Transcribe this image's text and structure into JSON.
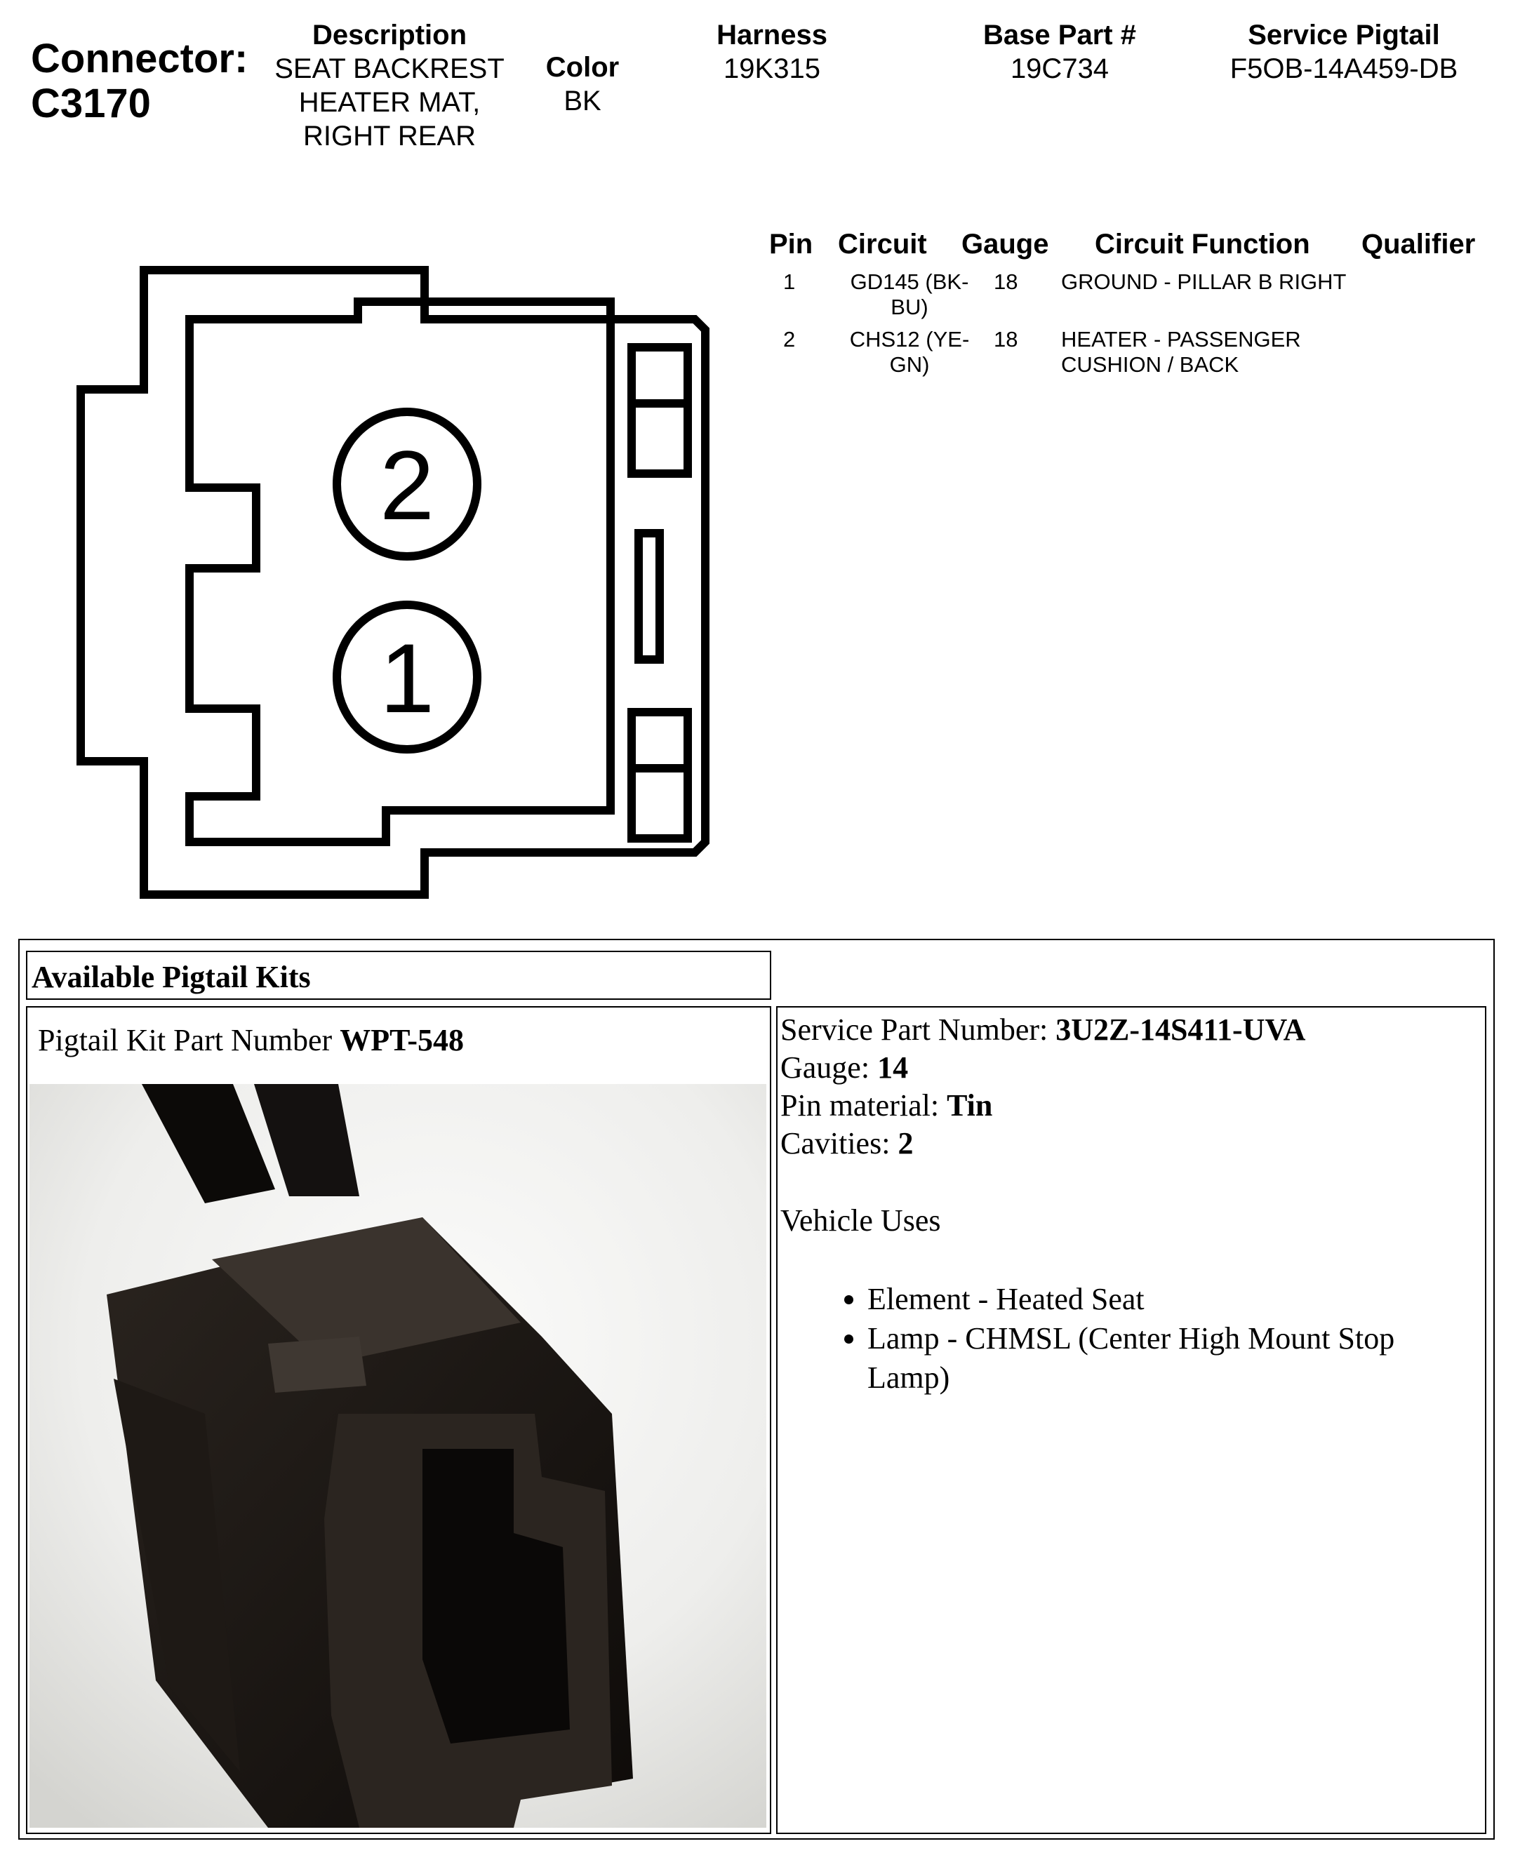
{
  "header": {
    "connector_label": "Connector:",
    "connector_id": "C3170",
    "description_label": "Description",
    "description_lines": [
      "SEAT BACKREST",
      "HEATER MAT,",
      "RIGHT REAR"
    ],
    "color_label": "Color",
    "color_value": "BK",
    "harness_label": "Harness",
    "harness_value": "19K315",
    "base_part_label": "Base Part #",
    "base_part_value": "19C734",
    "service_pigtail_label": "Service Pigtail",
    "service_pigtail_value": "F5OB-14A459-DB"
  },
  "pin_table": {
    "headers": {
      "pin": "Pin",
      "circuit": "Circuit",
      "gauge": "Gauge",
      "function": "Circuit Function",
      "qualifier": "Qualifier"
    },
    "rows": [
      {
        "pin": "1",
        "circuit_line1": "GD145 (BK-",
        "circuit_line2": "BU)",
        "gauge": "18",
        "function_line1": "GROUND - PILLAR B RIGHT",
        "function_line2": "",
        "qualifier": ""
      },
      {
        "pin": "2",
        "circuit_line1": "CHS12 (YE-",
        "circuit_line2": "GN)",
        "gauge": "18",
        "function_line1": "HEATER - PASSENGER",
        "function_line2": "CUSHION / BACK",
        "qualifier": ""
      }
    ]
  },
  "diagram": {
    "cavity_top_label": "2",
    "cavity_bottom_label": "1"
  },
  "kits": {
    "heading": "Available Pigtail Kits",
    "kit_pn_prefix": "Pigtail Kit Part Number ",
    "kit_pn": "WPT-548",
    "service_pn_label": "Service Part Number: ",
    "service_pn": "3U2Z-14S411-UVA",
    "gauge_label": "Gauge: ",
    "gauge": "14",
    "pin_material_label": "Pin material: ",
    "pin_material": "Tin",
    "cavities_label": "Cavities: ",
    "cavities": "2",
    "vehicle_uses_label": "Vehicle Uses",
    "vehicle_uses": [
      "Element - Heated Seat",
      "Lamp - CHMSL (Center High Mount Stop Lamp)"
    ]
  }
}
